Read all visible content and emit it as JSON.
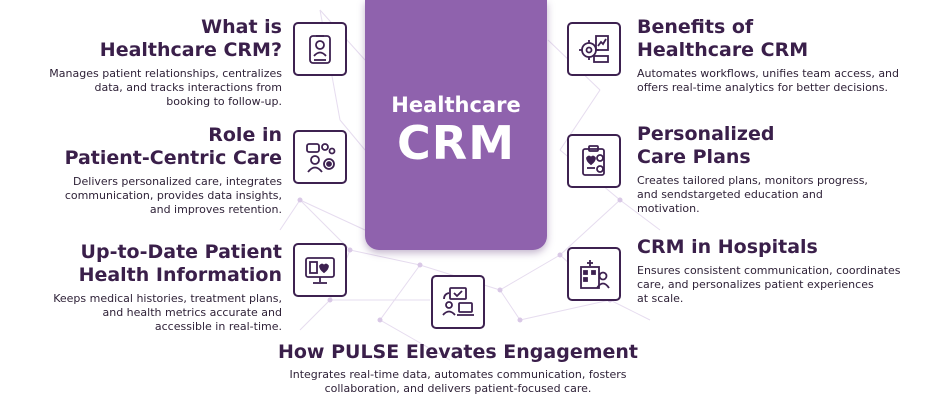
{
  "center": {
    "subtitle": "Healthcare",
    "title": "CRM"
  },
  "sections": {
    "what_is": {
      "title_line1": "What is",
      "title_line2": "Healthcare CRM?",
      "desc_line1": "Manages patient relationships, centralizes",
      "desc_line2": "data, and tracks interactions from",
      "desc_line3": "booking to follow-up.",
      "icon": "id-badge-icon"
    },
    "role": {
      "title_line1": "Role in",
      "title_line2": "Patient-Centric Care",
      "desc_line1": "Delivers personalized care, integrates",
      "desc_line2": "communication, provides data insights,",
      "desc_line3": "and improves retention.",
      "icon": "patient-target-icon"
    },
    "uptodate": {
      "title_line1": "Up-to-Date Patient",
      "title_line2": "Health Information",
      "desc_line1": "Keeps medical histories, treatment plans,",
      "desc_line2": "and health metrics accurate and",
      "desc_line3": "accessible in real-time.",
      "icon": "monitor-health-icon"
    },
    "benefits": {
      "title_line1": "Benefits of",
      "title_line2": "Healthcare CRM",
      "desc_line1": "Automates workflows, unifies team access, and",
      "desc_line2": "offers real-time analytics for better decisions.",
      "icon": "analytics-gear-icon"
    },
    "personalized": {
      "title_line1": "Personalized",
      "title_line2": "Care Plans",
      "desc_line1": "Creates tailored plans, monitors progress,",
      "desc_line2": "and sendstargeted education and",
      "desc_line3": "motivation.",
      "icon": "clipboard-heart-icon"
    },
    "hospitals": {
      "title_line1": "CRM in Hospitals",
      "desc_line1": "Ensures consistent communication, coordinates",
      "desc_line2": "care, and personalizes patient experiences",
      "desc_line3": "at scale.",
      "icon": "hospital-user-icon"
    },
    "pulse": {
      "title_line1": "How PULSE Elevates Engagement",
      "desc_line1": "Integrates real-time data, automates communication, fosters",
      "desc_line2": "collaboration, and delivers patient-focused care.",
      "icon": "users-laptop-icon"
    }
  },
  "colors": {
    "accent": "#8f62ad",
    "text": "#3a1f4a",
    "network": "#e4d9ee"
  }
}
